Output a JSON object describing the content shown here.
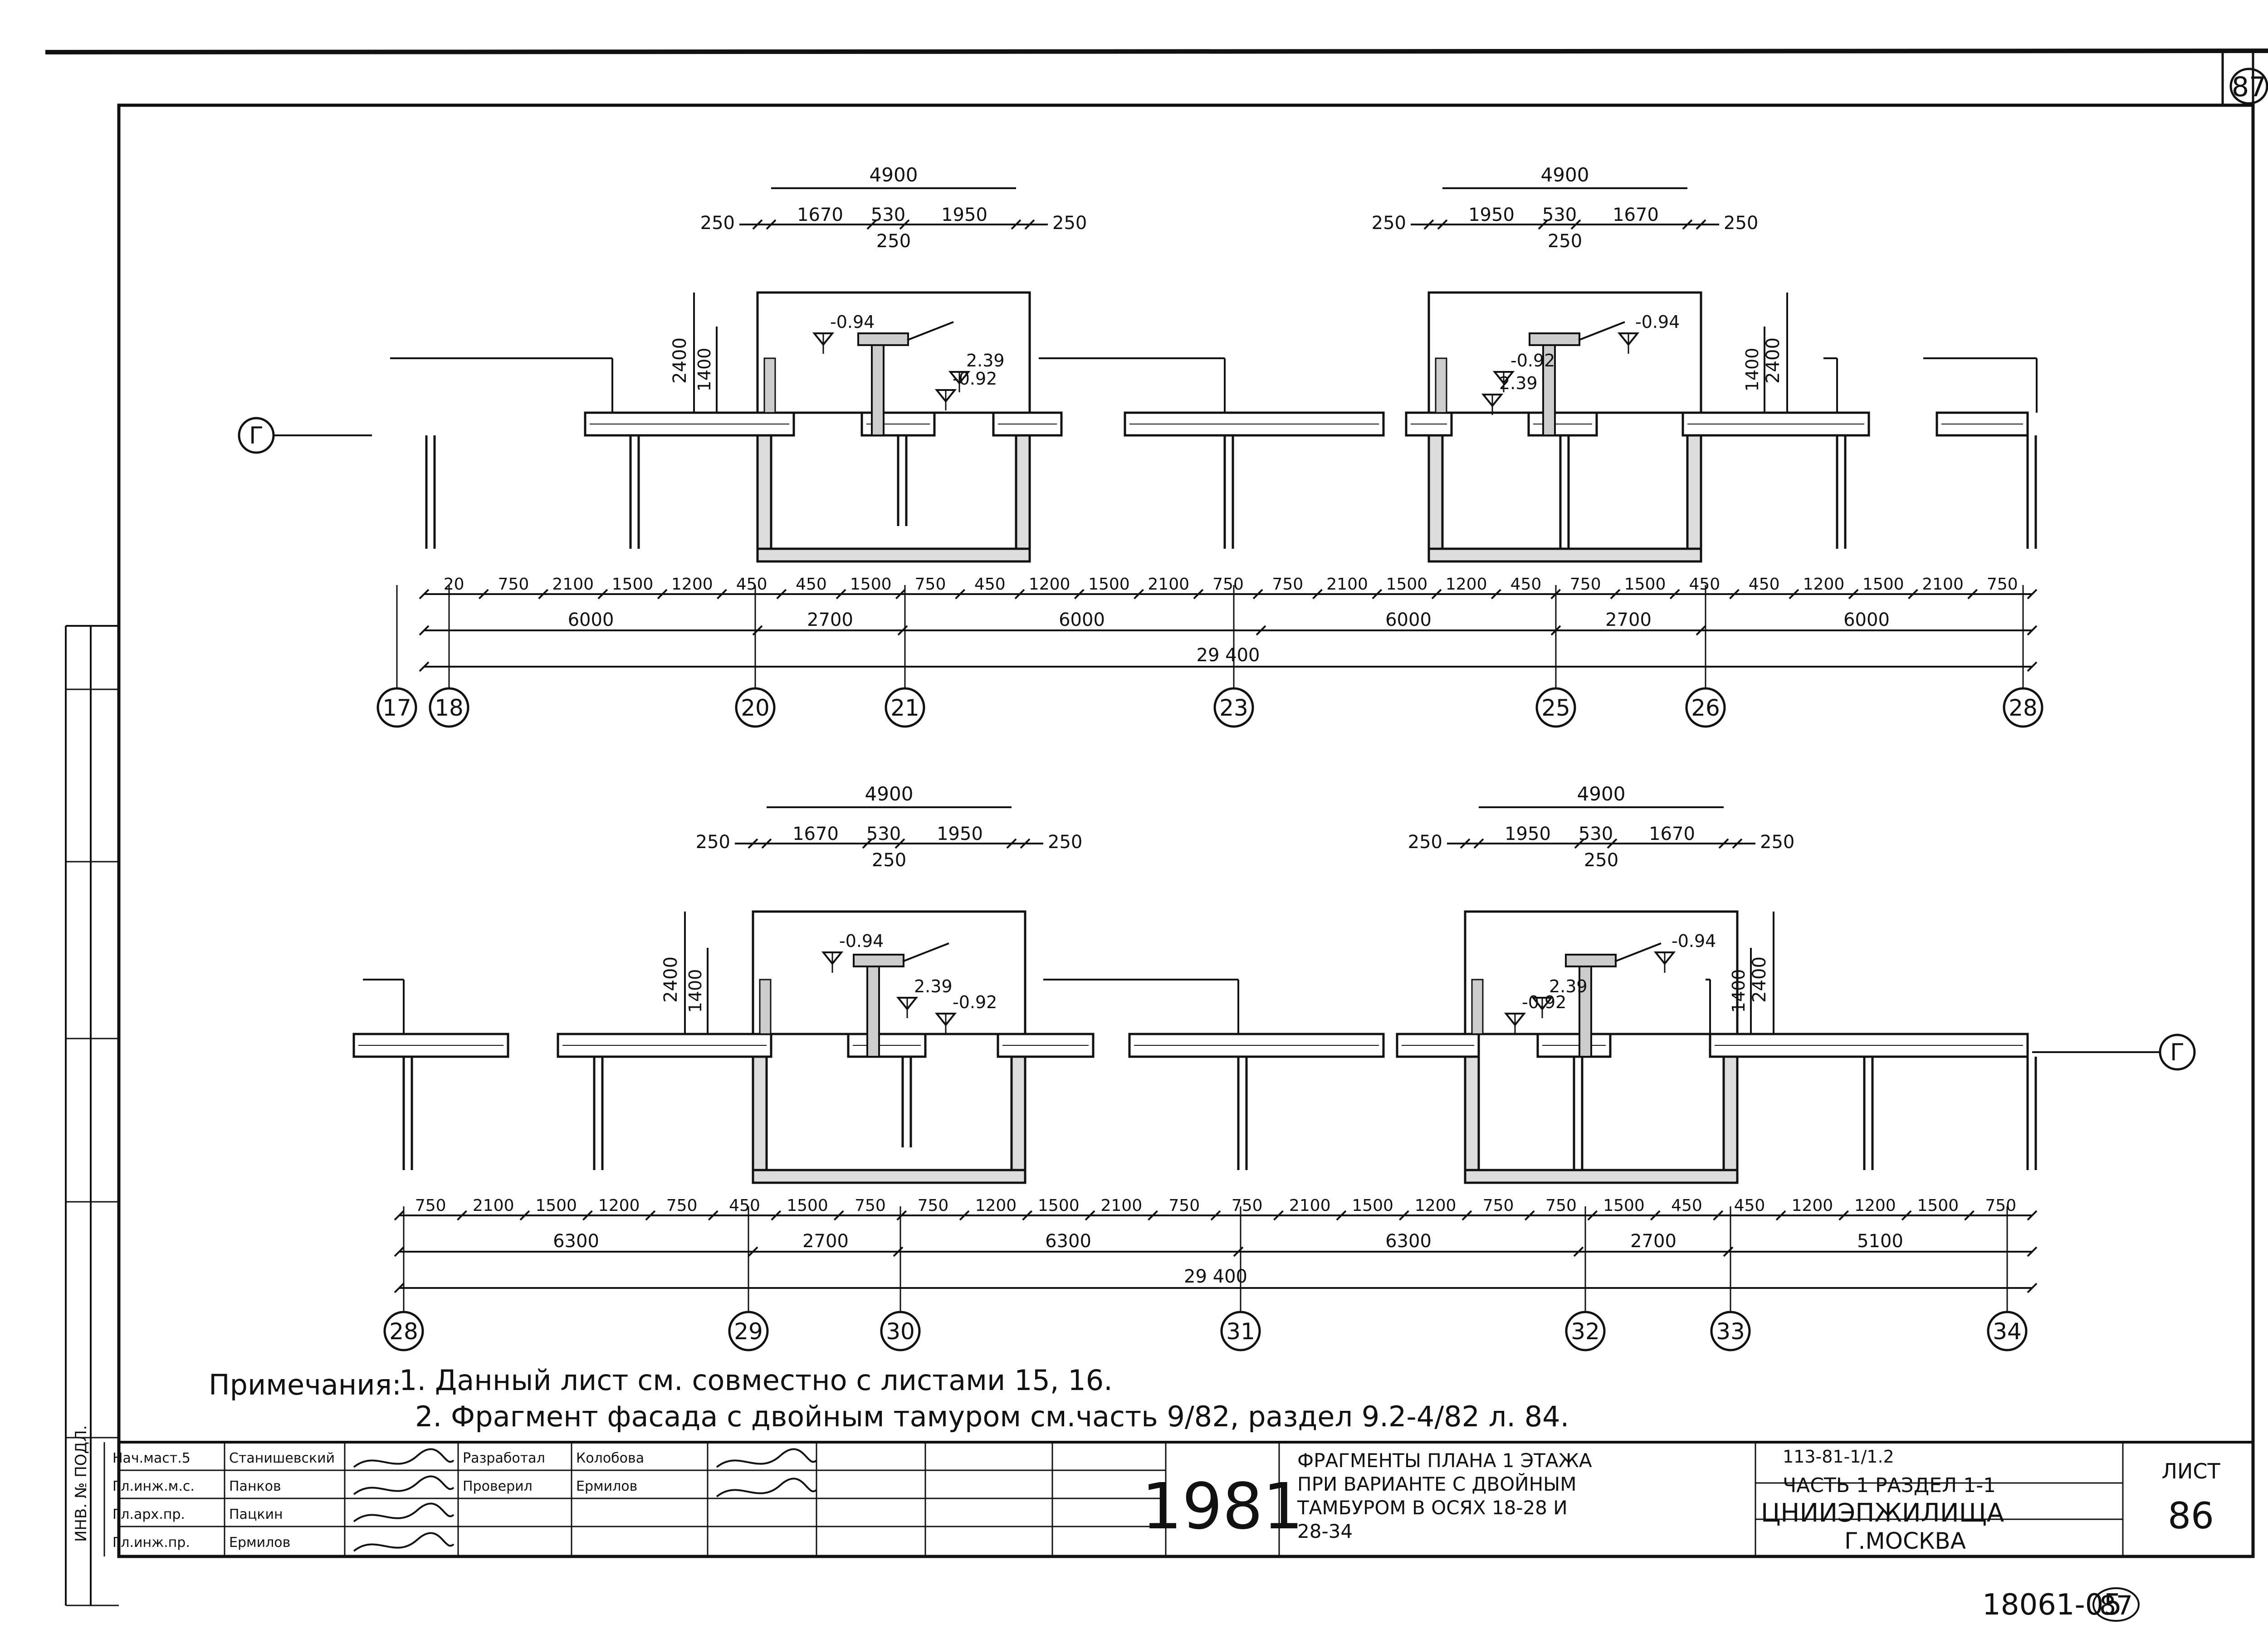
{
  "sheet_number_top": "87",
  "upper_plan": {
    "axis_marker": "Г",
    "top_dims_left": {
      "overall": "4900",
      "a": "250",
      "b": "1670",
      "c": "530",
      "d": "1950",
      "e": "250",
      "sub": "250"
    },
    "top_dims_right": {
      "overall": "4900",
      "a": "250",
      "b": "1950",
      "c": "530",
      "d": "1670",
      "e": "250",
      "sub": "250"
    },
    "heights_left": [
      "2400",
      "1400"
    ],
    "heights_right": [
      "1400",
      "2400"
    ],
    "levels_left": [
      "-0.94",
      "-0.92",
      "2.39"
    ],
    "levels_right": [
      "2.39",
      "-0.92",
      "-0.94"
    ],
    "row1_dims": [
      "20",
      "750",
      "2100",
      "1500",
      "1200",
      "450",
      "450",
      "1500",
      "750",
      "450",
      "1200",
      "1500",
      "2100",
      "750",
      "750",
      "2100",
      "1500",
      "1200",
      "450",
      "750",
      "1500",
      "450",
      "450",
      "1200",
      "1500",
      "2100",
      "750"
    ],
    "row2_dims": [
      "6000",
      "2700",
      "6000",
      "6000",
      "2700",
      "6000"
    ],
    "total": "29 400",
    "axes": [
      "17",
      "18",
      "20",
      "21",
      "23",
      "25",
      "26",
      "28"
    ]
  },
  "lower_plan": {
    "axis_marker": "Г",
    "top_dims_left": {
      "overall": "4900",
      "a": "250",
      "b": "1670",
      "c": "530",
      "d": "1950",
      "e": "250",
      "sub": "250"
    },
    "top_dims_right": {
      "overall": "4900",
      "a": "250",
      "b": "1950",
      "c": "530",
      "d": "1670",
      "e": "250",
      "sub": "250"
    },
    "heights_left": [
      "2400",
      "1400"
    ],
    "heights_right": [
      "1400",
      "2400"
    ],
    "levels_left": [
      "-0.94",
      "2.39",
      "-0.92"
    ],
    "levels_right": [
      "-0.92",
      "2.39",
      "-0.94"
    ],
    "row1_dims": [
      "750",
      "2100",
      "1500",
      "1200",
      "750",
      "450",
      "1500",
      "750",
      "750",
      "1200",
      "1500",
      "2100",
      "750",
      "750",
      "2100",
      "1500",
      "1200",
      "750",
      "750",
      "1500",
      "450",
      "450",
      "1200",
      "1200",
      "1500",
      "750"
    ],
    "row2_dims": [
      "6300",
      "2700",
      "6300",
      "6300",
      "2700",
      "5100"
    ],
    "total": "29 400",
    "axes": [
      "28",
      "29",
      "30",
      "31",
      "32",
      "33",
      "34"
    ]
  },
  "notes": {
    "heading": "Примечания:",
    "note1": "1. Данный лист см. совместно с листами 15, 16.",
    "note2": "2. Фрагмент фасада с двойным тамуром см.часть 9/82, раздел 9.2-4/82 л. 84."
  },
  "title_block": {
    "roles": [
      "Нач.маст.5",
      "Гл.инж.м.с.",
      "Гл.арх.пр.",
      "Гл.инж.пр."
    ],
    "names": [
      "Станишевский",
      "Панков",
      "Пацкин",
      "Ермилов"
    ],
    "roles2": [
      "Разработал",
      "Проверил"
    ],
    "names2": [
      "Колобова",
      "Ермилов"
    ],
    "year": "1981",
    "title": "Фрагменты плана 1 этажа при варианте с двойным тамбуром в осях 18-28 и 28-34",
    "code": "113-81-1/1.2",
    "part": "Часть 1   Раздел 1-1",
    "org": "ЦНИИЭПжилища",
    "city": "г.Москва",
    "sheet_label": "Лист",
    "sheet_no": "86",
    "side_label": "Инв. № подл."
  },
  "footer_code": "18061-05",
  "footer_page": "87"
}
